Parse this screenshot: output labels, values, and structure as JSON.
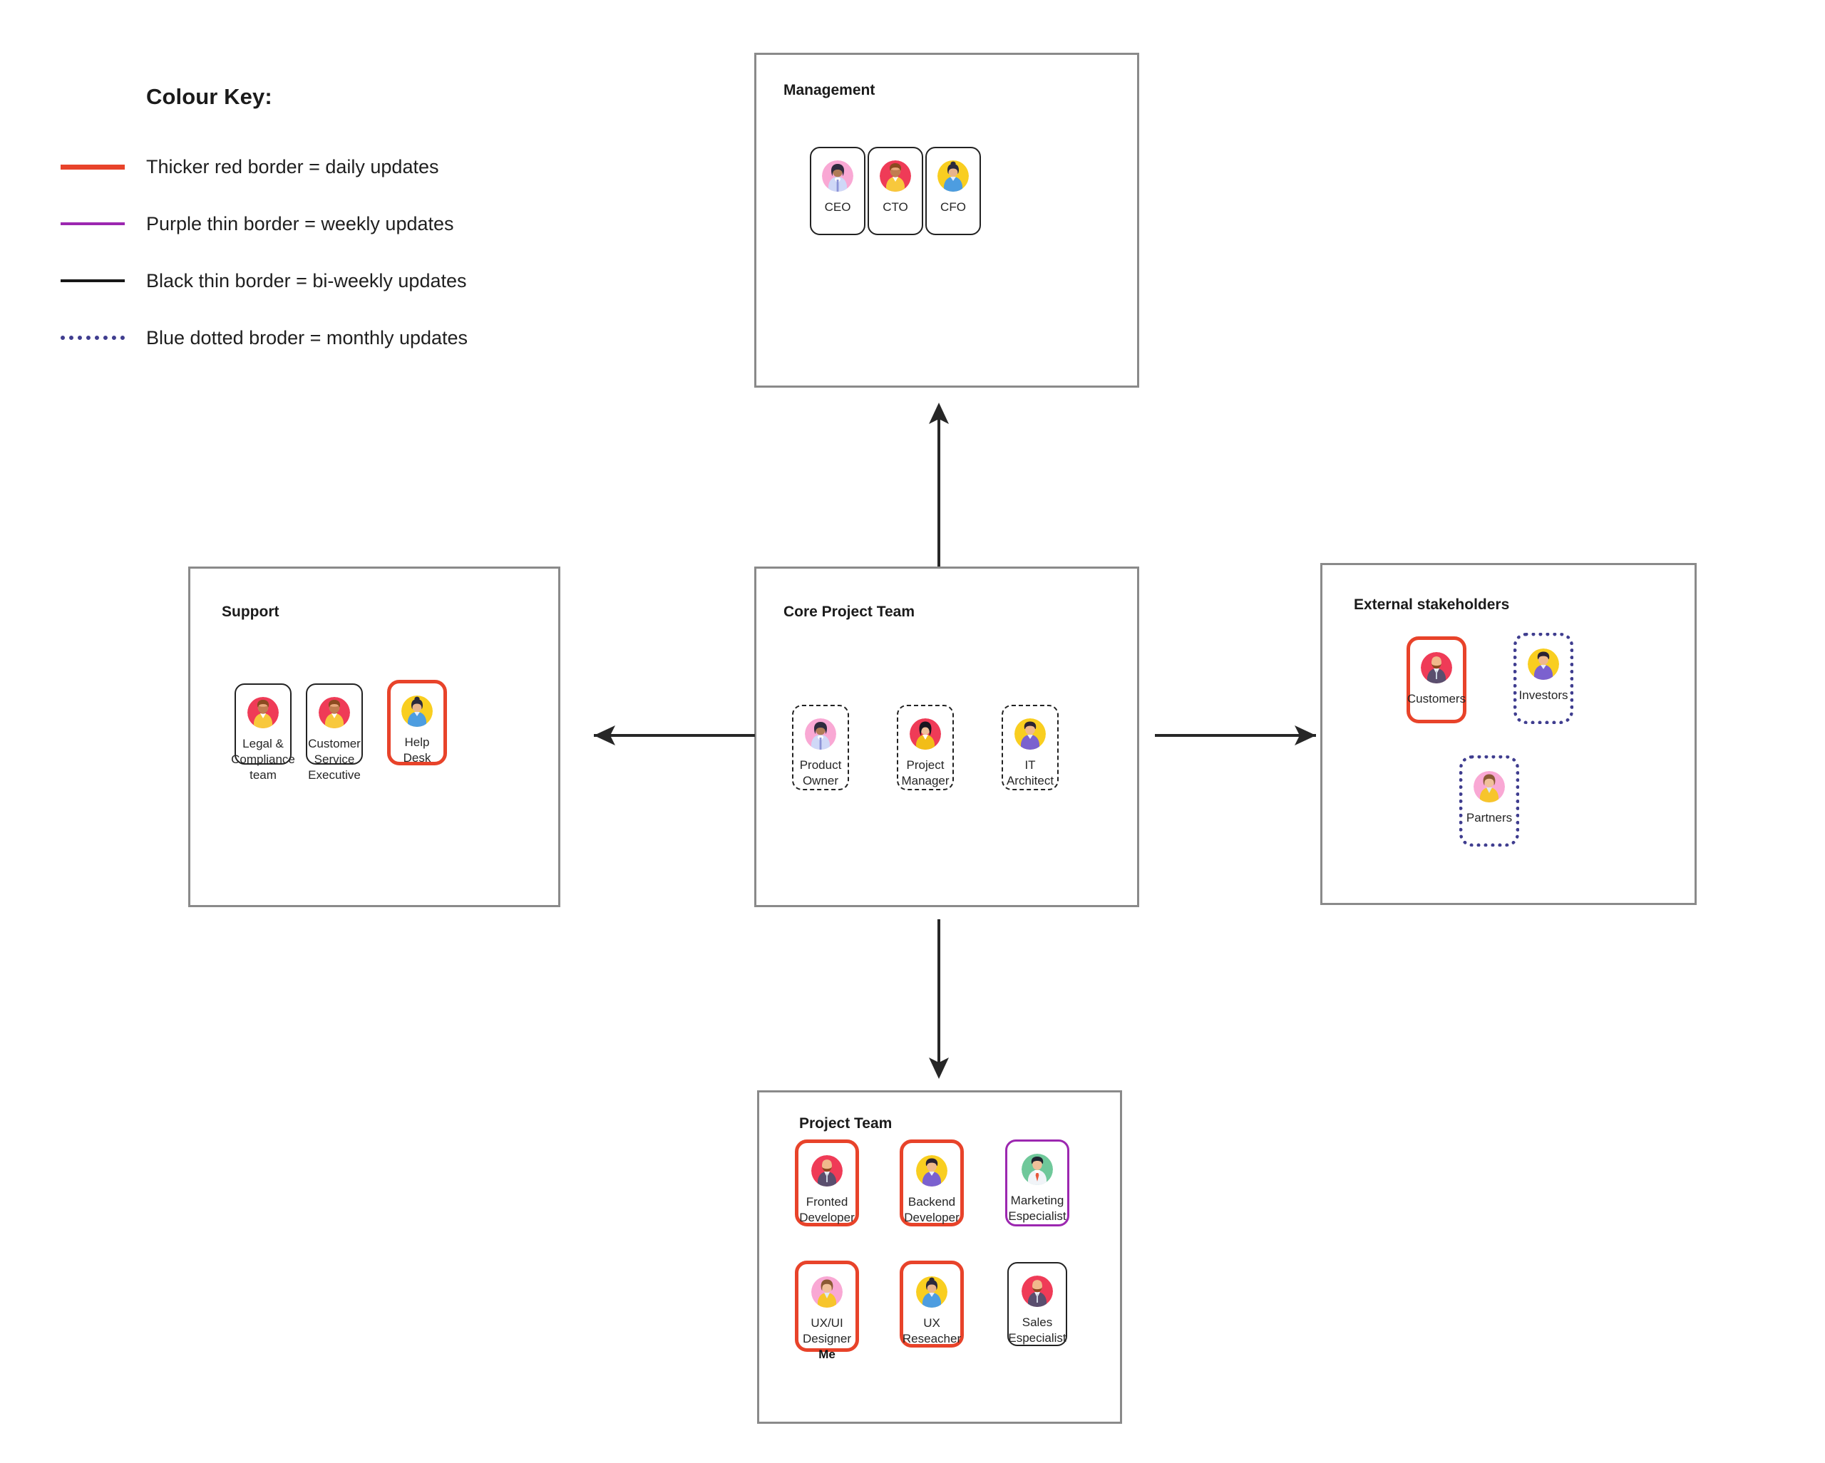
{
  "legend": {
    "title": "Colour Key:",
    "items": [
      {
        "swatch": "red-thick-line-icon",
        "label": "Thicker red border = daily updates",
        "color": "#e8432a"
      },
      {
        "swatch": "purple-thin-line-icon",
        "label": "Purple thin border = weekly updates",
        "color": "#9c27b0"
      },
      {
        "swatch": "black-thin-line-icon",
        "label": "Black thin border = bi-weekly updates",
        "color": "#171717"
      },
      {
        "swatch": "blue-dotted-line-icon",
        "label": "Blue dotted broder = monthly updates",
        "color": "#3f3d8f"
      }
    ]
  },
  "groups": {
    "management": {
      "title": "Management"
    },
    "support": {
      "title": "Support"
    },
    "core": {
      "title": "Core Project Team"
    },
    "external": {
      "title": "External stakeholders"
    },
    "projectteam": {
      "title": "Project Team"
    }
  },
  "cards": {
    "ceo": {
      "label": "CEO",
      "avatar": "avatar-woman-pink-icon",
      "border": "black"
    },
    "cto": {
      "label": "CTO",
      "avatar": "avatar-man-beard-red-icon",
      "border": "black"
    },
    "cfo": {
      "label": "CFO",
      "avatar": "avatar-woman-bun-yellow-icon",
      "border": "black"
    },
    "legal": {
      "label": "Legal & Compliance team",
      "avatar": "avatar-man-beard-red-icon",
      "border": "black"
    },
    "csexec": {
      "label": "Customer Service Executive",
      "avatar": "avatar-man-beard-red-icon",
      "border": "black"
    },
    "helpdesk": {
      "label": "Help Desk",
      "avatar": "avatar-woman-bun-yellow-icon",
      "border": "red"
    },
    "productowner": {
      "label": "Product Owner",
      "avatar": "avatar-woman-pink-icon",
      "border": "dashed"
    },
    "projectmanager": {
      "label": "Project Manager",
      "avatar": "avatar-woman-crimson-icon",
      "border": "dashed"
    },
    "itarchitect": {
      "label": "IT Architect",
      "avatar": "avatar-man-yellow-icon",
      "border": "dashed"
    },
    "customers": {
      "label": "Customers",
      "avatar": "avatar-man-bald-red-icon",
      "border": "red"
    },
    "investors": {
      "label": "Investors",
      "avatar": "avatar-man-yellow-icon",
      "border": "dotted"
    },
    "partners": {
      "label": "Partners",
      "avatar": "avatar-woman-pink-yellow-icon",
      "border": "dotted"
    },
    "frontend": {
      "label": "Fronted Developer",
      "avatar": "avatar-man-bald-red-icon",
      "border": "red"
    },
    "backend": {
      "label": "Backend Developer",
      "avatar": "avatar-man-yellow-icon",
      "border": "red"
    },
    "marketing": {
      "label": "Marketing Especialist",
      "avatar": "avatar-man-green-tie-icon",
      "border": "purple"
    },
    "uxui": {
      "label": "UX/UI Designer",
      "sub": "Me",
      "avatar": "avatar-woman-pink-yellow-icon",
      "border": "red"
    },
    "uxresearch": {
      "label": "UX Reseacher",
      "avatar": "avatar-woman-bun-yellow-icon",
      "border": "red"
    },
    "sales": {
      "label": "Sales Especialist",
      "avatar": "avatar-man-bald-red-icon",
      "border": "black"
    }
  },
  "arrows": {
    "core_to_management": "arrow-up-icon",
    "core_to_support": "arrow-left-icon",
    "core_to_external": "arrow-right-icon",
    "core_to_projectteam": "arrow-down-icon"
  }
}
